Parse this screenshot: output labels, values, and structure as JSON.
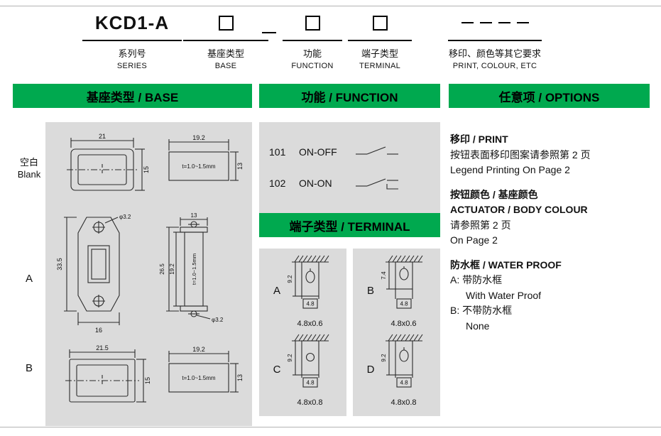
{
  "colors": {
    "green": "#00A94F",
    "panel": "#DBDBDB"
  },
  "code_header": {
    "model": "KCD1-A",
    "series": {
      "cn": "系列号",
      "en": "SERIES"
    },
    "base": {
      "cn": "基座类型",
      "en": "BASE"
    },
    "function": {
      "cn": "功能",
      "en": "FUNCTION"
    },
    "terminal": {
      "cn": "端子类型",
      "en": "TERMINAL"
    },
    "print": {
      "cn": "移印、颜色等其它要求",
      "en": "PRINT, COLOUR, ETC"
    }
  },
  "base_section": {
    "title": "基座类型 / BASE",
    "rows": [
      {
        "label_cn": "空白",
        "label_en": "Blank",
        "front": {
          "width": "21",
          "height": "15"
        },
        "side": {
          "width": "19.2",
          "thickness": "t=1.0~1.5mm",
          "height": "13"
        }
      },
      {
        "label": "A",
        "front": {
          "height": "33.5",
          "width": "16",
          "hole": "φ3.2"
        },
        "side": {
          "top": "13",
          "outer": "26.5",
          "inner": "19.2",
          "thickness": "t=1.0~1.5mm",
          "hole": "φ3.2"
        }
      },
      {
        "label": "B",
        "front": {
          "width": "21.5",
          "height": "15"
        },
        "side": {
          "width": "19.2",
          "thickness": "t=1.0~1.5mm",
          "height": "13"
        }
      }
    ]
  },
  "function_section": {
    "title": "功能 / FUNCTION",
    "items": [
      {
        "code": "101",
        "label": "ON-OFF"
      },
      {
        "code": "102",
        "label": "ON-ON"
      }
    ]
  },
  "terminal_section": {
    "title": "端子类型 / TERMINAL",
    "items": [
      {
        "code": "A",
        "height": "9.2",
        "width": "4.8",
        "size": "4.8x0.6"
      },
      {
        "code": "B",
        "height": "7.4",
        "width": "4.8",
        "size": "4.8x0.6"
      },
      {
        "code": "C",
        "height": "9.2",
        "width": "4.8",
        "size": "4.8x0.8"
      },
      {
        "code": "D",
        "height": "9.2",
        "width": "4.8",
        "size": "4.8x0.8"
      }
    ]
  },
  "options_section": {
    "title": "任意项 / OPTIONS",
    "print_title": "移印 / PRINT",
    "print_line1": "按钮表面移印图案请参照第 2 页",
    "print_line2": "Legend Printing On Page 2",
    "colour_title_cn": "按钮颜色 / 基座颜色",
    "colour_title_en": "ACTUATOR / BODY COLOUR",
    "colour_line1": "请参照第 2 页",
    "colour_line2": "On Page 2",
    "waterproof_title": "防水框 / WATER PROOF",
    "wp_a_cn": "A: 带防水框",
    "wp_a_en": "With Water Proof",
    "wp_b_cn": "B: 不带防水框",
    "wp_b_en": "None"
  }
}
